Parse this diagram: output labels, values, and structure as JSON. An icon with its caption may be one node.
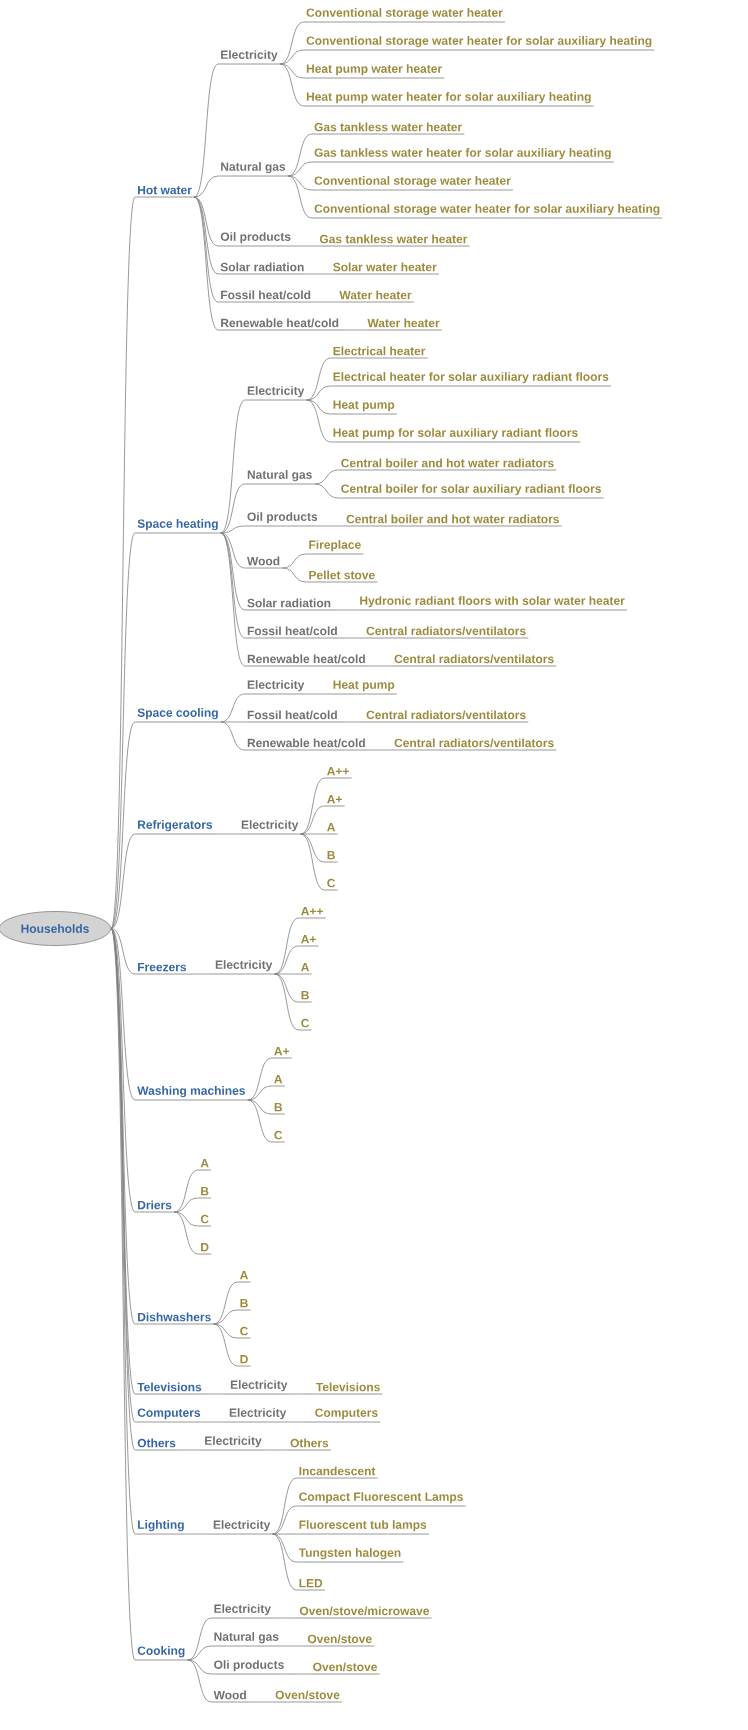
{
  "diagram": {
    "nodes": [
      {
        "text": [
          "Households"
        ]
      },
      {
        "text": [
          "Hot water"
        ]
      },
      {
        "text": [
          "Electricity"
        ]
      },
      {
        "text": [
          "Conventional storage water heater"
        ]
      },
      {
        "text": [
          "Conventional storage water heater for solar auxiliary heating"
        ]
      },
      {
        "text": [
          "Heat pump water heater"
        ]
      },
      {
        "text": [
          "Heat pump water heater for solar auxiliary heating"
        ]
      },
      {
        "text": [
          "Natural gas"
        ]
      },
      {
        "text": [
          "Gas tankless water heater"
        ]
      },
      {
        "text": [
          "Gas tankless water heater for solar auxiliary heating"
        ]
      },
      {
        "text": [
          "Conventional storage water heater"
        ]
      },
      {
        "text": [
          "Conventional storage water heater for solar auxiliary heating"
        ]
      },
      {
        "text": [
          "Oil products"
        ]
      },
      {
        "text": [
          "Gas tankless water heater"
        ]
      },
      {
        "text": [
          "Solar radiation"
        ]
      },
      {
        "text": [
          "Solar water heater"
        ]
      },
      {
        "text": [
          "Fossil heat/cold"
        ]
      },
      {
        "text": [
          "Water heater"
        ]
      },
      {
        "text": [
          "Renewable heat/cold"
        ]
      },
      {
        "text": [
          "Water heater"
        ]
      },
      {
        "text": [
          "Space heating"
        ]
      },
      {
        "text": [
          "Electricity"
        ]
      },
      {
        "text": [
          "Electrical heater"
        ]
      },
      {
        "text": [
          "Electrical heater for solar auxiliary radiant floors"
        ]
      },
      {
        "text": [
          "Heat pump"
        ]
      },
      {
        "text": [
          "Heat pump for solar auxiliary radiant floors"
        ]
      },
      {
        "text": [
          "Natural gas"
        ]
      },
      {
        "text": [
          "Central boiler and hot water radiators"
        ]
      },
      {
        "text": [
          "Central boiler for solar auxiliary radiant floors"
        ]
      },
      {
        "text": [
          "Oil products"
        ]
      },
      {
        "text": [
          "Central boiler and hot water radiators"
        ]
      },
      {
        "text": [
          "Wood"
        ]
      },
      {
        "text": [
          "Fireplace"
        ]
      },
      {
        "text": [
          "Pellet stove"
        ]
      },
      {
        "text": [
          "Solar radiation"
        ]
      },
      {
        "text": [
          "Hydronic radiant floors with solar water heater"
        ]
      },
      {
        "text": [
          "Fossil heat/cold"
        ]
      },
      {
        "text": [
          "Central radiators/ventilators"
        ]
      },
      {
        "text": [
          "Renewable heat/cold"
        ]
      },
      {
        "text": [
          "Central radiators/ventilators"
        ]
      },
      {
        "text": [
          "Space cooling"
        ]
      },
      {
        "text": [
          "Electricity"
        ]
      },
      {
        "text": [
          "Heat pump"
        ]
      },
      {
        "text": [
          "Fossil heat/cold"
        ]
      },
      {
        "text": [
          "Central radiators/ventilators"
        ]
      },
      {
        "text": [
          "Renewable heat/cold"
        ]
      },
      {
        "text": [
          "Central radiators/ventilators"
        ]
      },
      {
        "text": [
          "Refrigerators"
        ]
      },
      {
        "text": [
          "Electricity"
        ]
      },
      {
        "text": [
          "A++"
        ]
      },
      {
        "text": [
          "A+"
        ]
      },
      {
        "text": [
          "A"
        ]
      },
      {
        "text": [
          "B"
        ]
      },
      {
        "text": [
          "C"
        ]
      },
      {
        "text": [
          "Freezers"
        ]
      },
      {
        "text": [
          "Electricity"
        ]
      },
      {
        "text": [
          "A++"
        ]
      },
      {
        "text": [
          "A+"
        ]
      },
      {
        "text": [
          "A"
        ]
      },
      {
        "text": [
          "B"
        ]
      },
      {
        "text": [
          "C"
        ]
      },
      {
        "text": [
          "Washing machines"
        ]
      },
      {
        "text": [
          "A+"
        ]
      },
      {
        "text": [
          "A"
        ]
      },
      {
        "text": [
          "B"
        ]
      },
      {
        "text": [
          "C"
        ]
      },
      {
        "text": [
          "Driers"
        ]
      },
      {
        "text": [
          "A"
        ]
      },
      {
        "text": [
          "B"
        ]
      },
      {
        "text": [
          "C"
        ]
      },
      {
        "text": [
          "D"
        ]
      },
      {
        "text": [
          "Dishwashers"
        ]
      },
      {
        "text": [
          "A"
        ]
      },
      {
        "text": [
          "B"
        ]
      },
      {
        "text": [
          "C"
        ]
      },
      {
        "text": [
          "D"
        ]
      },
      {
        "text": [
          "Televisions"
        ]
      },
      {
        "text": [
          "Electricity"
        ]
      },
      {
        "text": [
          "Televisions"
        ]
      },
      {
        "text": [
          "Computers"
        ]
      },
      {
        "text": [
          "Electricity"
        ]
      },
      {
        "text": [
          "Computers"
        ]
      },
      {
        "text": [
          "Others"
        ]
      },
      {
        "text": [
          "Electricity"
        ]
      },
      {
        "text": [
          "Others"
        ]
      },
      {
        "text": [
          "Lighting"
        ]
      },
      {
        "text": [
          "Electricity"
        ]
      },
      {
        "text": [
          "Incandescent"
        ]
      },
      {
        "text": [
          "Compact Fluorescent Lamps"
        ]
      },
      {
        "text": [
          "Fluorescent tub lamps"
        ]
      },
      {
        "text": [
          "Tungsten halogen"
        ]
      },
      {
        "text": [
          "LED"
        ]
      },
      {
        "text": [
          "Cooking"
        ]
      },
      {
        "text": [
          "Electricity"
        ]
      },
      {
        "text": [
          "Oven/stove/microwave"
        ]
      },
      {
        "text": [
          "Natural gas"
        ]
      },
      {
        "text": [
          "Oven/stove"
        ]
      },
      {
        "text": [
          "Oli products"
        ]
      },
      {
        "text": [
          "Oven/stove"
        ]
      },
      {
        "text": [
          "Wood"
        ]
      },
      {
        "text": [
          "Oven/stove"
        ]
      }
    ],
    "edges": [
      {
        "from": 0,
        "to": 1,
        "arrow": "none"
      },
      {
        "from": 1,
        "to": 2,
        "arrow": "none"
      },
      {
        "from": 2,
        "to": 3,
        "arrow": "none"
      },
      {
        "from": 2,
        "to": 4,
        "arrow": "none"
      },
      {
        "from": 2,
        "to": 5,
        "arrow": "none"
      },
      {
        "from": 2,
        "to": 6,
        "arrow": "none"
      },
      {
        "from": 1,
        "to": 7,
        "arrow": "none"
      },
      {
        "from": 7,
        "to": 8,
        "arrow": "none"
      },
      {
        "from": 7,
        "to": 9,
        "arrow": "none"
      },
      {
        "from": 7,
        "to": 10,
        "arrow": "none"
      },
      {
        "from": 7,
        "to": 11,
        "arrow": "none"
      },
      {
        "from": 1,
        "to": 12,
        "arrow": "none"
      },
      {
        "from": 12,
        "to": 13,
        "arrow": "none"
      },
      {
        "from": 1,
        "to": 14,
        "arrow": "none"
      },
      {
        "from": 14,
        "to": 15,
        "arrow": "none"
      },
      {
        "from": 1,
        "to": 16,
        "arrow": "none"
      },
      {
        "from": 16,
        "to": 17,
        "arrow": "none"
      },
      {
        "from": 1,
        "to": 18,
        "arrow": "none"
      },
      {
        "from": 18,
        "to": 19,
        "arrow": "none"
      },
      {
        "from": 0,
        "to": 20,
        "arrow": "none"
      },
      {
        "from": 20,
        "to": 21,
        "arrow": "none"
      },
      {
        "from": 21,
        "to": 22,
        "arrow": "none"
      },
      {
        "from": 21,
        "to": 23,
        "arrow": "none"
      },
      {
        "from": 21,
        "to": 24,
        "arrow": "none"
      },
      {
        "from": 21,
        "to": 25,
        "arrow": "none"
      },
      {
        "from": 20,
        "to": 26,
        "arrow": "none"
      },
      {
        "from": 26,
        "to": 27,
        "arrow": "none"
      },
      {
        "from": 26,
        "to": 28,
        "arrow": "none"
      },
      {
        "from": 20,
        "to": 29,
        "arrow": "none"
      },
      {
        "from": 29,
        "to": 30,
        "arrow": "none"
      },
      {
        "from": 20,
        "to": 31,
        "arrow": "none"
      },
      {
        "from": 31,
        "to": 32,
        "arrow": "none"
      },
      {
        "from": 31,
        "to": 33,
        "arrow": "none"
      },
      {
        "from": 20,
        "to": 34,
        "arrow": "none"
      },
      {
        "from": 34,
        "to": 35,
        "arrow": "none"
      },
      {
        "from": 20,
        "to": 36,
        "arrow": "none"
      },
      {
        "from": 36,
        "to": 37,
        "arrow": "none"
      },
      {
        "from": 20,
        "to": 38,
        "arrow": "none"
      },
      {
        "from": 38,
        "to": 39,
        "arrow": "none"
      },
      {
        "from": 0,
        "to": 40,
        "arrow": "none"
      },
      {
        "from": 40,
        "to": 41,
        "arrow": "none"
      },
      {
        "from": 41,
        "to": 42,
        "arrow": "none"
      },
      {
        "from": 40,
        "to": 43,
        "arrow": "none"
      },
      {
        "from": 43,
        "to": 44,
        "arrow": "none"
      },
      {
        "from": 40,
        "to": 45,
        "arrow": "none"
      },
      {
        "from": 45,
        "to": 46,
        "arrow": "none"
      },
      {
        "from": 0,
        "to": 47,
        "arrow": "none"
      },
      {
        "from": 47,
        "to": 48,
        "arrow": "none"
      },
      {
        "from": 48,
        "to": 49,
        "arrow": "none"
      },
      {
        "from": 48,
        "to": 50,
        "arrow": "none"
      },
      {
        "from": 48,
        "to": 51,
        "arrow": "none"
      },
      {
        "from": 48,
        "to": 52,
        "arrow": "none"
      },
      {
        "from": 48,
        "to": 53,
        "arrow": "none"
      },
      {
        "from": 0,
        "to": 54,
        "arrow": "none"
      },
      {
        "from": 54,
        "to": 55,
        "arrow": "none"
      },
      {
        "from": 55,
        "to": 56,
        "arrow": "none"
      },
      {
        "from": 55,
        "to": 57,
        "arrow": "none"
      },
      {
        "from": 55,
        "to": 58,
        "arrow": "none"
      },
      {
        "from": 55,
        "to": 59,
        "arrow": "none"
      },
      {
        "from": 55,
        "to": 60,
        "arrow": "none"
      },
      {
        "from": 0,
        "to": 61,
        "arrow": "none"
      },
      {
        "from": 61,
        "to": 62,
        "arrow": "none"
      },
      {
        "from": 61,
        "to": 63,
        "arrow": "none"
      },
      {
        "from": 61,
        "to": 64,
        "arrow": "none"
      },
      {
        "from": 61,
        "to": 65,
        "arrow": "none"
      },
      {
        "from": 0,
        "to": 66,
        "arrow": "none"
      },
      {
        "from": 66,
        "to": 67,
        "arrow": "none"
      },
      {
        "from": 66,
        "to": 68,
        "arrow": "none"
      },
      {
        "from": 66,
        "to": 69,
        "arrow": "none"
      },
      {
        "from": 66,
        "to": 70,
        "arrow": "none"
      },
      {
        "from": 0,
        "to": 71,
        "arrow": "none"
      },
      {
        "from": 71,
        "to": 72,
        "arrow": "none"
      },
      {
        "from": 71,
        "to": 73,
        "arrow": "none"
      },
      {
        "from": 71,
        "to": 74,
        "arrow": "none"
      },
      {
        "from": 71,
        "to": 75,
        "arrow": "none"
      },
      {
        "from": 0,
        "to": 76,
        "arrow": "none"
      },
      {
        "from": 76,
        "to": 77,
        "arrow": "none"
      },
      {
        "from": 77,
        "to": 78,
        "arrow": "none"
      },
      {
        "from": 0,
        "to": 79,
        "arrow": "none"
      },
      {
        "from": 79,
        "to": 80,
        "arrow": "none"
      },
      {
        "from": 80,
        "to": 81,
        "arrow": "none"
      },
      {
        "from": 0,
        "to": 82,
        "arrow": "none"
      },
      {
        "from": 82,
        "to": 83,
        "arrow": "none"
      },
      {
        "from": 83,
        "to": 84,
        "arrow": "none"
      },
      {
        "from": 0,
        "to": 85,
        "arrow": "none"
      },
      {
        "from": 85,
        "to": 86,
        "arrow": "none"
      },
      {
        "from": 86,
        "to": 87,
        "arrow": "none"
      },
      {
        "from": 86,
        "to": 88,
        "arrow": "none"
      },
      {
        "from": 86,
        "to": 89,
        "arrow": "none"
      },
      {
        "from": 86,
        "to": 90,
        "arrow": "none"
      },
      {
        "from": 86,
        "to": 91,
        "arrow": "none"
      },
      {
        "from": 0,
        "to": 92,
        "arrow": "none"
      },
      {
        "from": 92,
        "to": 93,
        "arrow": "none"
      },
      {
        "from": 93,
        "to": 94,
        "arrow": "none"
      },
      {
        "from": 92,
        "to": 95,
        "arrow": "none"
      },
      {
        "from": 95,
        "to": 96,
        "arrow": "none"
      },
      {
        "from": 92,
        "to": 97,
        "arrow": "none"
      },
      {
        "from": 97,
        "to": 98,
        "arrow": "none"
      },
      {
        "from": 92,
        "to": 99,
        "arrow": "none"
      },
      {
        "from": 99,
        "to": 100,
        "arrow": "none"
      }
    ]
  }
}
